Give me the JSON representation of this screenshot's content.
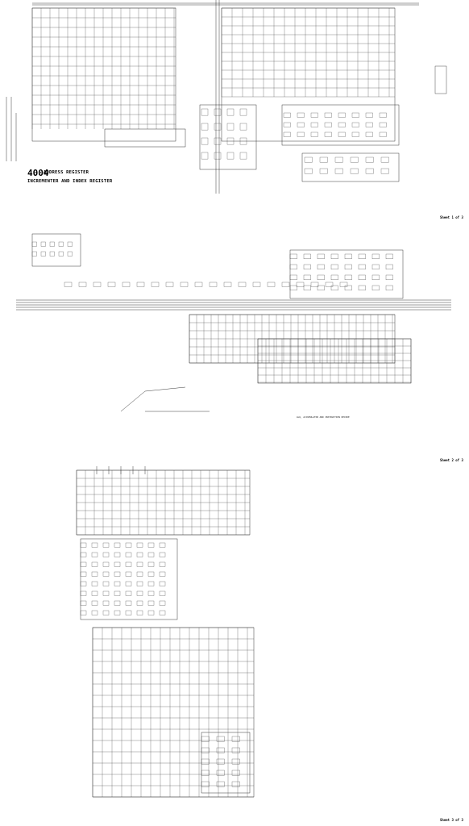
{
  "sheet1": {
    "title_chip": "4004",
    "title_line1": "ADDRESS REGISTER",
    "title_line2": "INCREMENTER AND INDEX REGISTER",
    "tag": "Sheet 1 of 3"
  },
  "sheet2": {
    "caption": "ALU, ACCUMULATOR AND INSTRUCTION DECODE",
    "tag": "Sheet 2 of 3"
  },
  "sheet3": {
    "tag": "Sheet 3 of 3"
  },
  "colors": {
    "ink": "#111111",
    "paper": "#ffffff"
  }
}
